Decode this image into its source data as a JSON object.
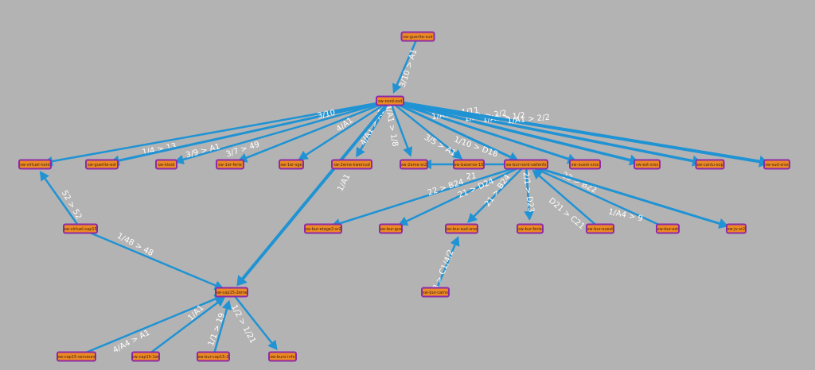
{
  "nodes": [
    {
      "id": "sw-guerite-sud",
      "label": "sw-guerite-sud"
    },
    {
      "id": "sw-nord-ssd",
      "label": "sw-nord-ssd"
    },
    {
      "id": "sw-virtuel-nord",
      "label": "sw-virtuel-nord"
    },
    {
      "id": "sw-guerite-est",
      "label": "sw-guerite-est"
    },
    {
      "id": "sw-kiosk",
      "label": "sw-kiosk"
    },
    {
      "id": "sw-1er-ferie",
      "label": "sw-1er-ferie"
    },
    {
      "id": "sw-1er-sge",
      "label": "sw-1er-sge"
    },
    {
      "id": "sw-2eme-kwercud",
      "label": "sw-2eme-kwercud"
    },
    {
      "id": "sw-2eme-sr2",
      "label": "sw-2eme-sr2"
    },
    {
      "id": "sw-baserve-15",
      "label": "sw-baserve-15"
    },
    {
      "id": "sw-bur-nord-sallenfs",
      "label": "sw-bur-nord-sallenfs"
    },
    {
      "id": "sw-ouest-sros",
      "label": "sw-ouest-sros"
    },
    {
      "id": "sw-est-sros",
      "label": "sw-est-sros"
    },
    {
      "id": "sw-cantu-sop",
      "label": "sw-cantu-sop"
    },
    {
      "id": "sw-sud-sros",
      "label": "sw-sud-sros"
    },
    {
      "id": "sw-virtuel-cap15",
      "label": "sw-virtuel-cap15"
    },
    {
      "id": "sw-bur-etage2-sr2",
      "label": "sw-bur-etage2-sr2"
    },
    {
      "id": "sw-bur-gus",
      "label": "sw-bur-gus"
    },
    {
      "id": "sw-bur-sud-sros",
      "label": "sw-bur-sud-sros"
    },
    {
      "id": "sw-bur-ferie",
      "label": "sw-bur-ferie"
    },
    {
      "id": "sw-bur-ouest",
      "label": "sw-bur-ouest"
    },
    {
      "id": "sw-bur-est",
      "label": "sw-bur-est"
    },
    {
      "id": "sw-jv-sr2",
      "label": "sw-jv-sr2"
    },
    {
      "id": "sw-bur-camo",
      "label": "sw-bur-camo"
    },
    {
      "id": "sw-cap15-2eme",
      "label": "sw-cap15-2eme"
    },
    {
      "id": "sw-cap15-serveurs",
      "label": "sw-cap15-serveurs"
    },
    {
      "id": "sw-cap15-1er",
      "label": "sw-cap15-1er"
    },
    {
      "id": "sw-bur-cap15-2",
      "label": "sw-bur-cap15-2"
    },
    {
      "id": "sw-buro-info",
      "label": "sw-buro-info"
    }
  ],
  "edges": [
    {
      "from": "sw-guerite-sud",
      "to": "sw-nord-ssd",
      "label": "3/10 > A1"
    },
    {
      "from": "sw-nord-ssd",
      "to": "sw-virtuel-nord",
      "label": "1/4 > 13"
    },
    {
      "from": "sw-nord-ssd",
      "to": "sw-guerite-est",
      "label": "3/10"
    },
    {
      "from": "sw-nord-ssd",
      "to": "sw-kiosk",
      "label": "3/9 > A1"
    },
    {
      "from": "sw-nord-ssd",
      "to": "sw-1er-ferie",
      "label": "3/7 > 49"
    },
    {
      "from": "sw-nord-ssd",
      "to": "sw-1er-sge",
      "label": "4/A1"
    },
    {
      "from": "sw-nord-ssd",
      "to": "sw-2eme-kwercud",
      "label": "4/A1 > A1"
    },
    {
      "from": "sw-nord-ssd",
      "to": "sw-2eme-sr2",
      "label": "4/A1 > 1/8"
    },
    {
      "from": "sw-nord-ssd",
      "to": "sw-baserve-15",
      "label": "3/5 > A1"
    },
    {
      "from": "sw-nord-ssd",
      "to": "sw-bur-nord-sallenfs",
      "label": "1/10 > D18"
    },
    {
      "from": "sw-nord-ssd",
      "to": "sw-ouest-sros",
      "label": "1/A1 > 1/11"
    },
    {
      "from": "sw-nord-ssd",
      "to": "sw-est-sros",
      "label": "1/A1 > 2/2"
    },
    {
      "from": "sw-nord-ssd",
      "to": "sw-cantu-sop",
      "label": "1/A1 > 1/2"
    },
    {
      "from": "sw-nord-ssd",
      "to": "sw-sud-sros",
      "label": "1/A1 > 2/2"
    },
    {
      "from": "sw-nord-ssd",
      "to": "sw-cap15-2eme",
      "label": "1/A1"
    },
    {
      "from": "sw-virtuel-cap15",
      "to": "sw-virtuel-nord",
      "label": "52 > 52"
    },
    {
      "from": "sw-virtuel-cap15",
      "to": "sw-cap15-2eme",
      "label": "1/48 > 48"
    },
    {
      "from": "sw-bur-nord-sallenfs",
      "to": "sw-2eme-sr2",
      "label": "21"
    },
    {
      "from": "sw-bur-nord-sallenfs",
      "to": "sw-bur-etage2-sr2",
      "label": "22 > B24"
    },
    {
      "from": "sw-bur-nord-sallenfs",
      "to": "sw-bur-gus",
      "label": "21 > D24"
    },
    {
      "from": "sw-bur-nord-sallenfs",
      "to": "sw-bur-sud-sros",
      "label": "21 > B24"
    },
    {
      "from": "sw-bur-nord-sallenfs",
      "to": "sw-bur-ferie",
      "label": "2/1 > D23"
    },
    {
      "from": "sw-bur-ouest",
      "to": "sw-bur-nord-sallenfs",
      "label": "D21 > C21"
    },
    {
      "from": "sw-bur-est",
      "to": "sw-bur-nord-sallenfs",
      "label": "23 > B22"
    },
    {
      "from": "sw-bur-nord-sallenfs",
      "to": "sw-jv-sr2",
      "label": "1/A4 > 9"
    },
    {
      "from": "sw-bur-camo",
      "to": "sw-bur-sud-sros",
      "label": "3 > C1/4/2"
    },
    {
      "from": "sw-cap15-serveurs",
      "to": "sw-cap15-2eme",
      "label": "4/A4 > A1"
    },
    {
      "from": "sw-cap15-1er",
      "to": "sw-cap15-2eme",
      "label": "1/A1"
    },
    {
      "from": "sw-bur-cap15-2",
      "to": "sw-cap15-2eme",
      "label": "1/1 > 19"
    },
    {
      "from": "sw-cap15-2eme",
      "to": "sw-buro-info",
      "label": "1/2 > 1/21"
    }
  ]
}
